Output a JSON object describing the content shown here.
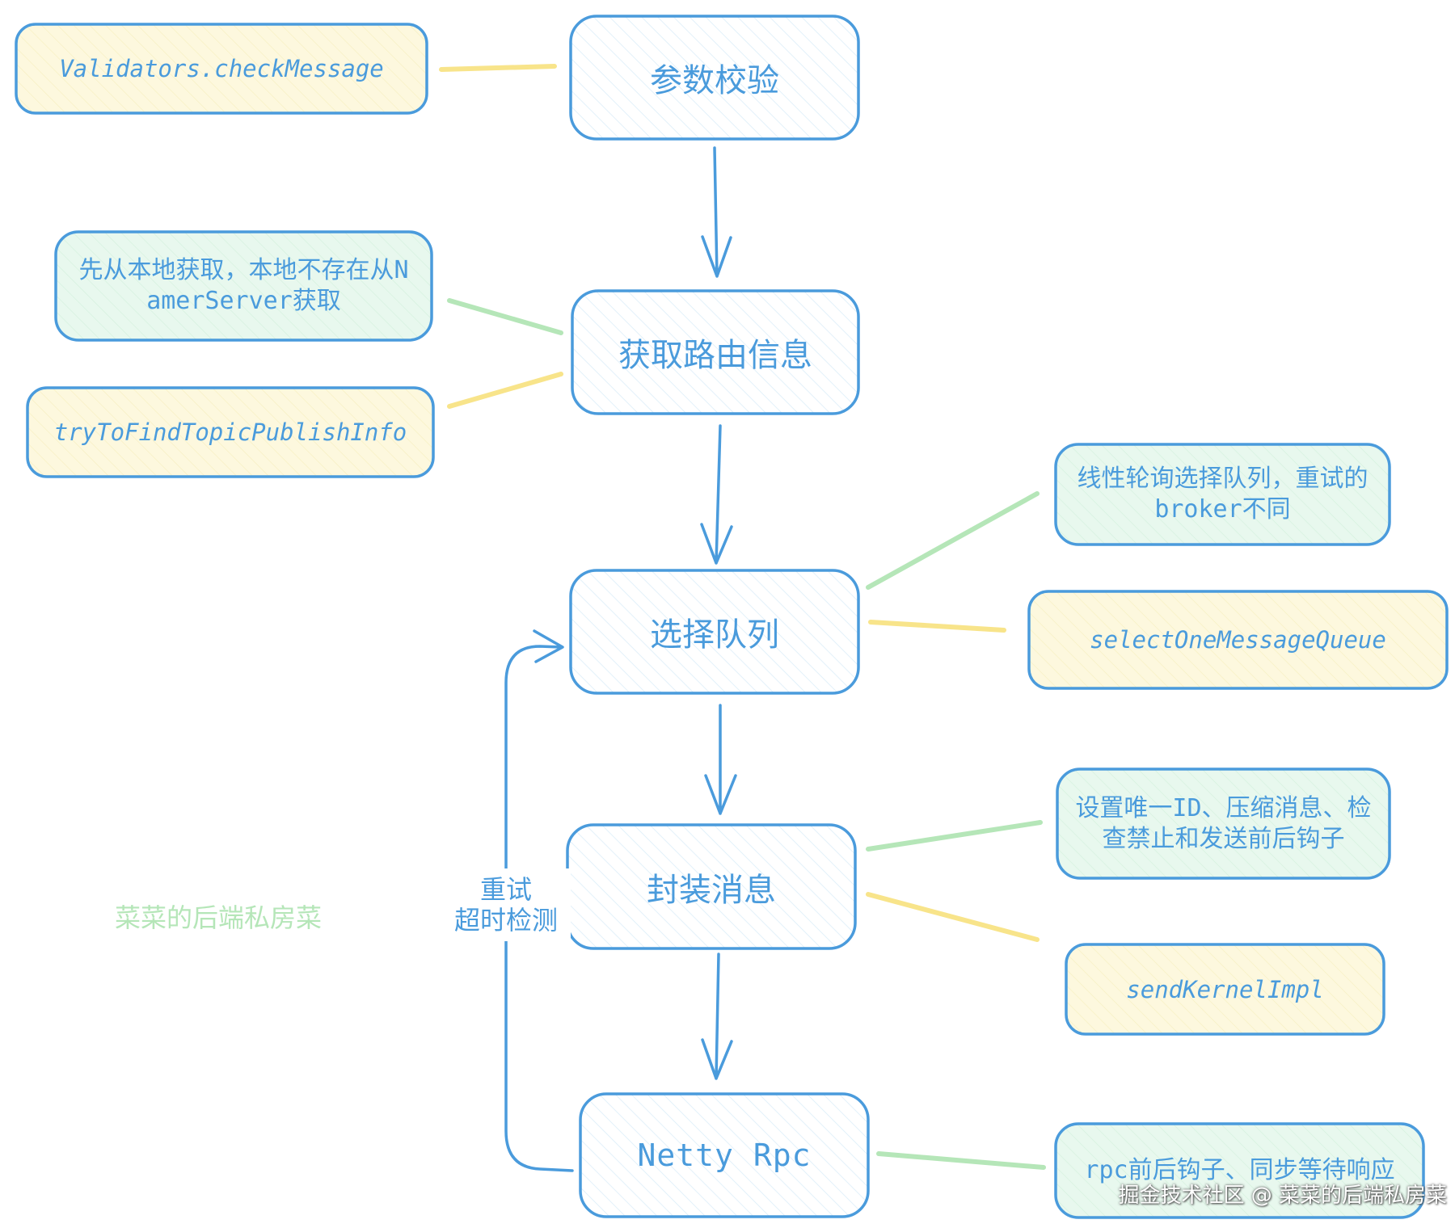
{
  "colors": {
    "step_stroke": "#4a9bdc",
    "code_fill": "#fdf8de",
    "note_fill": "#e8f8ee",
    "code_connector": "#f8e48a",
    "note_connector": "#b5e6b8",
    "text": "#4a9bdc"
  },
  "steps": [
    {
      "label": "参数校验"
    },
    {
      "label": "获取路由信息"
    },
    {
      "label": "选择队列"
    },
    {
      "label": "封装消息"
    },
    {
      "label": "Netty Rpc"
    }
  ],
  "annotations": {
    "validators": "Validators.checkMessage",
    "route_note_1": "先从本地获取，本地不存在从N",
    "route_note_2": "amerServer获取",
    "route_method": "tryToFindTopicPublishInfo",
    "queue_note_1": "线性轮询选择队列，重试的",
    "queue_note_2": "broker不同",
    "queue_method": "selectOneMessageQueue",
    "msg_note_1": "设置唯一ID、压缩消息、检",
    "msg_note_2": "查禁止和发送前后钩子",
    "msg_method": "sendKernelImpl",
    "rpc_note": "rpc前后钩子、同步等待响应"
  },
  "retry": {
    "line1": "重试",
    "line2": "超时检测"
  },
  "watermarks": {
    "left": "菜菜的后端私房菜",
    "right": "掘金技术社区 @ 菜菜的后端私房菜"
  }
}
